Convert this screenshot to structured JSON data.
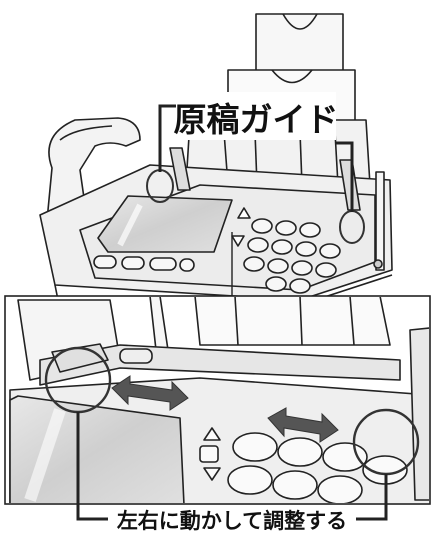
{
  "callouts": {
    "top_label": "原稿ガイド",
    "bottom_label": "左右に動かして調整する"
  },
  "colors": {
    "line": "#222222",
    "fill_light": "#f2f2f2",
    "fill_mid": "#d9d9d9",
    "screen": "#c9c9c9",
    "arrow": "#555555"
  },
  "icons": [
    "fax-machine",
    "document-guide",
    "double-arrow",
    "circle-highlight"
  ]
}
